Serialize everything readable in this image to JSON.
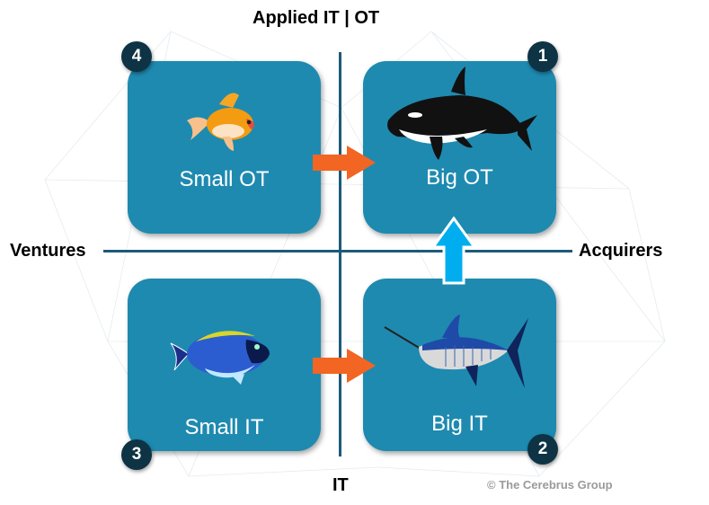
{
  "axes": {
    "top": "Applied IT | OT",
    "bottom": "IT",
    "left": "Ventures",
    "right": "Acquirers"
  },
  "quadrants": [
    {
      "number": "1",
      "label": "Big OT",
      "icon": "orca-icon",
      "position": "top-right"
    },
    {
      "number": "2",
      "label": "Big IT",
      "icon": "marlin-icon",
      "position": "bottom-right"
    },
    {
      "number": "3",
      "label": "Small IT",
      "icon": "tang-fish-icon",
      "position": "bottom-left"
    },
    {
      "number": "4",
      "label": "Small OT",
      "icon": "goldfish-icon",
      "position": "top-left"
    }
  ],
  "arrows": [
    {
      "from": "Small OT",
      "to": "Big OT",
      "color": "#f26522",
      "direction": "right"
    },
    {
      "from": "Small IT",
      "to": "Big IT",
      "color": "#f26522",
      "direction": "right"
    },
    {
      "from": "Big IT",
      "to": "Big OT",
      "color": "#00aeef",
      "direction": "up"
    }
  ],
  "colors": {
    "box": "#1e8ab0",
    "axis": "#1d5a78",
    "badge": "#0d3344",
    "orange_arrow": "#f26522",
    "blue_arrow": "#00aeef"
  },
  "credit": "© The Cerebrus Group"
}
